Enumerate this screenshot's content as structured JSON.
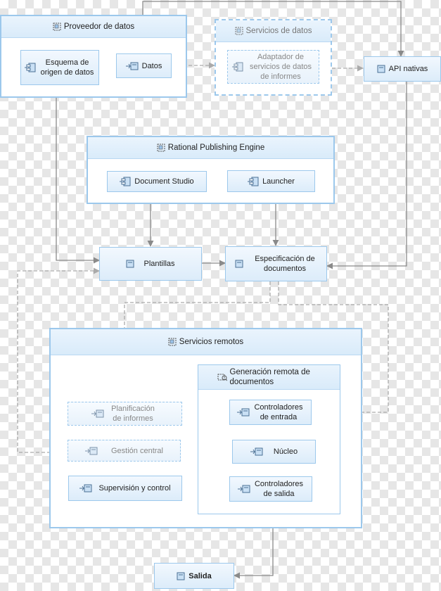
{
  "groups": {
    "proveedor": "Proveedor de datos",
    "servicios_datos": "Servicios de datos",
    "rpe": "Rational Publishing Engine",
    "remotos": "Servicios remotos",
    "generacion": "Generación remota de documentos"
  },
  "nodes": {
    "esquema": "Esquema de origen de datos",
    "datos": "Datos",
    "adaptador": "Adaptador de servicios de datos de informes",
    "api": "API nativas",
    "document_studio": "Document Studio",
    "launcher": "Launcher",
    "plantillas": "Plantillas",
    "especificacion": "Especificación de documentos",
    "planificacion": "Planificación de informes",
    "gestion": "Gestión central",
    "supervision": "Supervisión y control",
    "controladores_entrada": "Controladores de entrada",
    "nucleo": "Núcleo",
    "controladores_salida": "Controladores de salida",
    "salida": "Salida"
  },
  "colors": {
    "border": "#9cc8ec",
    "arrow": "#888888",
    "dashed_arrow": "#aaaaaa"
  }
}
